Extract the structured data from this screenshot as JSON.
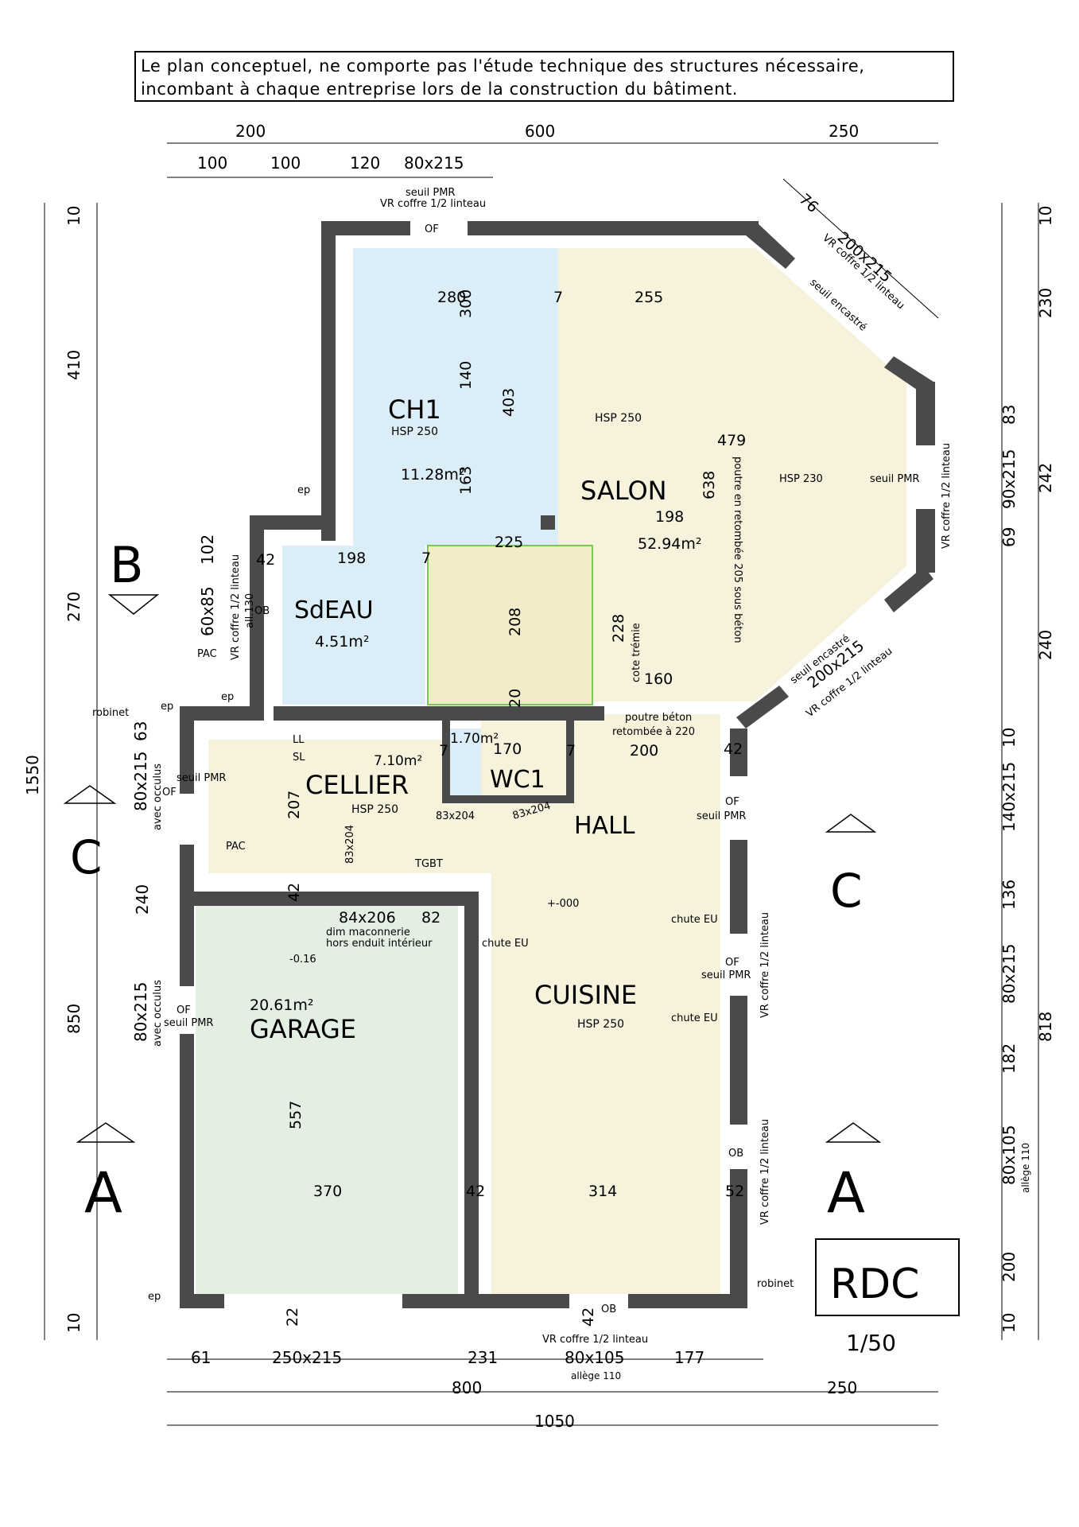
{
  "note": {
    "line1": "Le plan conceptuel, ne comporte pas l'étude technique des structures nécessaire,",
    "line2": "incombant à chaque entreprise lors de la construction du bâtiment."
  },
  "colors": {
    "wall": "#4a4a4a",
    "ch1_sdeau": "#dbeef8",
    "living": "#f7f2dc",
    "garage": "#e3efe3",
    "stair": "#f2ecc8",
    "stair_outline": "#7cc653",
    "dim_line": "#000000"
  },
  "rooms": {
    "ch1": {
      "name": "CH1",
      "hsp": "HSP 250",
      "area": "11.28m²"
    },
    "sdeau": {
      "name": "SdEAU",
      "area": "4.51m²"
    },
    "salon": {
      "name": "SALON",
      "hsp": "HSP 250",
      "area": "52.94m²"
    },
    "cellier": {
      "name": "CELLIER",
      "area": "7.10m²",
      "hsp": "HSP 250"
    },
    "wc1": {
      "name": "WC1",
      "area": "1.70m²"
    },
    "hall": {
      "name": "HALL"
    },
    "cuisine": {
      "name": "CUISINE",
      "hsp": "HSP 250"
    },
    "garage": {
      "name": "GARAGE",
      "area": "20.61m²"
    }
  },
  "section_markers": {
    "b_left": "B",
    "c_left": "C",
    "c_right": "C",
    "a_left": "A",
    "a_right": "A"
  },
  "title": {
    "level": "RDC",
    "scale": "1/50"
  },
  "top_dims": {
    "row1": [
      "200",
      "600",
      "250"
    ],
    "row2": [
      "100",
      "100",
      "120",
      "80x215"
    ]
  },
  "bottom_dims": {
    "row1": [
      "61",
      "250x215",
      "231",
      "80x105",
      "177"
    ],
    "allege": "allège 110",
    "row2": [
      "800",
      "250"
    ],
    "total": "1050"
  },
  "left_dims": {
    "outer": "1550",
    "col": [
      "410",
      "270",
      "240",
      "850"
    ],
    "top10": "10",
    "bot10": "10",
    "inner": [
      "102",
      "60x85",
      "80x215",
      "63",
      "80x215"
    ]
  },
  "right_dims": {
    "col_a": [
      "10",
      "230",
      "242",
      "240"
    ],
    "col_b": [
      "83",
      "90x215",
      "69",
      "10",
      "140x215",
      "136",
      "80x215",
      "182",
      "80x105",
      "200",
      "10"
    ],
    "total": "818",
    "allege": "allège 110"
  },
  "interior_dims": {
    "d280": "280",
    "d300": "300",
    "d7a": "7",
    "d255": "255",
    "d140": "140",
    "d403": "403",
    "d163": "163",
    "d479": "479",
    "d638": "638",
    "d198a": "198",
    "d42a": "42",
    "d198b": "198",
    "d7b": "7",
    "d225": "225",
    "d208": "208",
    "d228": "228",
    "d160": "160",
    "d20": "20",
    "d170": "170",
    "d7c": "7",
    "d7d": "7",
    "d200": "200",
    "d207": "207",
    "d42b": "42",
    "d84x206": "84x206",
    "d82": "82",
    "d557": "557",
    "d370": "370",
    "d42c": "42",
    "d314": "314",
    "d52": "52",
    "d42d": "42",
    "d22": "22",
    "d42e": "42",
    "d76": "76",
    "d200x215a": "200x215",
    "d200x215b": "200x215"
  },
  "annotations": {
    "seuil_pmr_top": "seuil PMR",
    "vr_top": "VR coffre 1/2 linteau",
    "of_top": "OF",
    "vr_diag_top": "VR coffre 1/2 linteau",
    "seuil_encastre_top": "seuil encastré",
    "salon_hsp230": "HSP 230",
    "salon_seuil": "seuil PMR",
    "vr_right_salon": "VR coffre 1/2 linteau",
    "seuil_encastre_bot": "seuil encastré",
    "vr_diag_bot": "VR coffre 1/2 linteau",
    "poutre_vert": "poutre en retombée 205 sous béton",
    "cote_tremie": "cote trémie",
    "poutre_beton_1": "poutre béton",
    "poutre_beton_2": "retombée à 220",
    "ep1": "ep",
    "ep2": "ep",
    "ep3": "ep",
    "ep4": "ep",
    "robinet_left": "robinet",
    "robinet_right": "robinet",
    "vr_left_sdeau": "VR coffre 1/2 linteau",
    "all130": "all.130",
    "ob_left": "OB",
    "pac_top": "PAC",
    "pac_cellier": "PAC",
    "seuil_left1": "seuil PMR",
    "of_left1": "OF",
    "occulus1": "avec occulus",
    "ll": "LL",
    "sl": "SL",
    "d83x204a": "83x204",
    "d83x204b": "83x204",
    "d83x204c": "83x204",
    "tgbt": "TGBT",
    "hall_of": "OF",
    "hall_seuil": "seuil PMR",
    "level_hall": "+-000",
    "dim_mac1": "dim maconnerie",
    "dim_mac2": "hors enduit intérieur",
    "chute1": "chute EU",
    "chute2": "chute EU",
    "chute3": "chute EU",
    "vr_right_mid": "VR coffre 1/2 linteau",
    "of_right_mid": "OF",
    "seuil_right_mid": "seuil PMR",
    "level_garage": "-0.16",
    "garage_of": "OF",
    "garage_seuil": "seuil PMR",
    "occulus2": "avec occulus",
    "ob_right": "OB",
    "vr_right_low": "VR coffre 1/2 linteau",
    "ob_bottom": "OB",
    "vr_bottom": "VR coffre 1/2 linteau"
  }
}
